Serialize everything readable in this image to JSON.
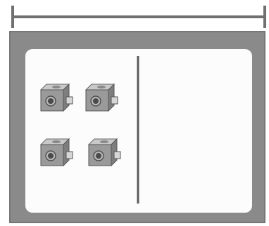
{
  "colors": {
    "frame": "#8a8a8a",
    "frame_dark": "#777777",
    "panel": "#fcfcfc",
    "bracket": "#707070",
    "divider": "#5a5a5a",
    "cube_front": "#9a9a9a",
    "cube_top": "#c9c9c9",
    "cube_side": "#7e7e7e",
    "cube_hole": "#4a4a4a",
    "cube_hole_light": "#b5b5b5"
  },
  "icons": {
    "cube": "snap-cube-icon"
  },
  "groups": [
    {
      "name": "left-section",
      "cube_count": 4
    },
    {
      "name": "right-section",
      "cube_count": 0
    }
  ]
}
